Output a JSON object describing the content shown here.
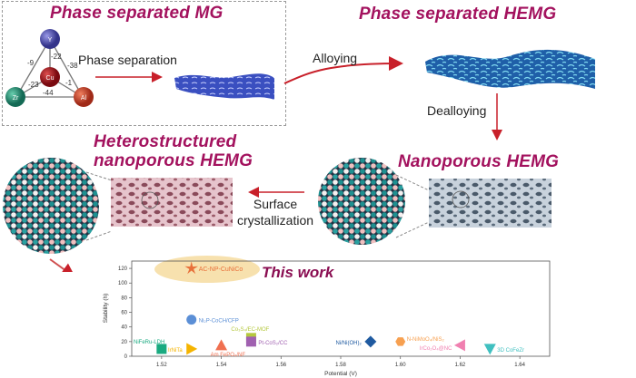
{
  "titles": {
    "phase_separated_mg": "Phase separated MG",
    "phase_separated_hemg": "Phase separated HEMG",
    "heterostructured_line1": "Heterostructured",
    "heterostructured_line2": "nanoporous HEMG",
    "nanoporous_hemg": "Nanoporous HEMG",
    "this_work": "This work"
  },
  "steps": {
    "phase_separation": "Phase separation",
    "alloying": "Alloying",
    "dealloying": "Dealloying",
    "surface_line1": "Surface",
    "surface_line2": "crystallization"
  },
  "triangle": {
    "elements": [
      "Y",
      "Cu",
      "Zr",
      "Al"
    ],
    "colors": {
      "Y": "#4a4aa8",
      "Cu": "#a0101a",
      "Zr": "#1f8a70",
      "Al": "#c8402a"
    },
    "bonds": {
      "Y-Zr": "-9",
      "Y-Cu": "-22",
      "Y-Al": "-38",
      "Zr-Cu": "-23",
      "Cu-Al": "-1",
      "Zr-Al": "-44"
    }
  },
  "chart_data": {
    "type": "scatter",
    "xlabel": "Potential (V)",
    "ylabel": "Stability (h)",
    "xlim": [
      1.51,
      1.65
    ],
    "ylim": [
      0,
      130
    ],
    "xticks": [
      "1.52",
      "1.54",
      "1.56",
      "1.58",
      "1.60",
      "1.62",
      "1.64"
    ],
    "yticks": [
      "0",
      "20",
      "40",
      "60",
      "80",
      "100",
      "120"
    ],
    "grid": false,
    "series": [
      {
        "name": "AC-NP-CuNiCo",
        "x": 1.53,
        "y": 120,
        "marker": "star",
        "color": "#e8703a",
        "highlight": true
      },
      {
        "name": "Ni₂P-CoCH/CFP",
        "x": 1.53,
        "y": 50,
        "marker": "circle",
        "color": "#5b8fd6"
      },
      {
        "name": "NiFeRu-LDH",
        "x": 1.52,
        "y": 10,
        "marker": "square",
        "color": "#1aaa80"
      },
      {
        "name": "IrNiTa",
        "x": 1.53,
        "y": 10,
        "marker": "triangle-right",
        "color": "#f5b400"
      },
      {
        "name": "Am FePO₄/NF",
        "x": 1.54,
        "y": 15,
        "marker": "triangle-up",
        "color": "#f07050"
      },
      {
        "name": "Co₃S₄/EC-MOF",
        "x": 1.55,
        "y": 25,
        "marker": "square",
        "color": "#b5c83e"
      },
      {
        "name": "Pt-CoS₂/CC",
        "x": 1.55,
        "y": 20,
        "marker": "square",
        "color": "#a060b0"
      },
      {
        "name": "Ni/Ni(OH)₂",
        "x": 1.59,
        "y": 20,
        "marker": "diamond",
        "color": "#1f5aa0"
      },
      {
        "name": "N-NiMoO₄/NiS₂",
        "x": 1.6,
        "y": 20,
        "marker": "hexagon",
        "color": "#f7a050"
      },
      {
        "name": "IrCo₂O₄@NC",
        "x": 1.62,
        "y": 15,
        "marker": "triangle-left",
        "color": "#f080b0"
      },
      {
        "name": "3D CoFeZr",
        "x": 1.63,
        "y": 10,
        "marker": "triangle-down",
        "color": "#40c0c0"
      }
    ]
  }
}
